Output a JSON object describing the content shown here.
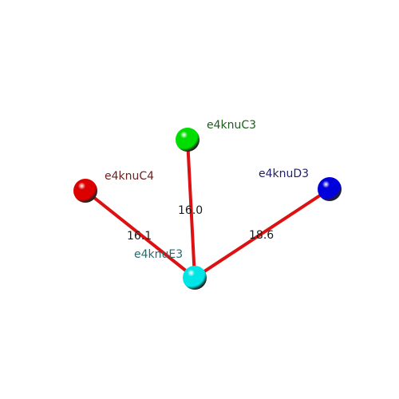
{
  "diagram": {
    "nodes": [
      {
        "id": "C3",
        "label": "e4knuC3",
        "color": "#00dd00",
        "label_color": "#1f5a1f"
      },
      {
        "id": "C4",
        "label": "e4knuC4",
        "color": "#dd0000",
        "label_color": "#6b1f1f"
      },
      {
        "id": "D3",
        "label": "e4knuD3",
        "color": "#0000dd",
        "label_color": "#1f1f6b"
      },
      {
        "id": "E3",
        "label": "e4knuE3",
        "color": "#00e5e5",
        "label_color": "#2a6b6b"
      }
    ],
    "edges": [
      {
        "from": "E3",
        "to": "C4",
        "distance": "16.1"
      },
      {
        "from": "E3",
        "to": "C3",
        "distance": "16.0"
      },
      {
        "from": "E3",
        "to": "D3",
        "distance": "18.6"
      }
    ],
    "edge_color": "#dd1111"
  }
}
